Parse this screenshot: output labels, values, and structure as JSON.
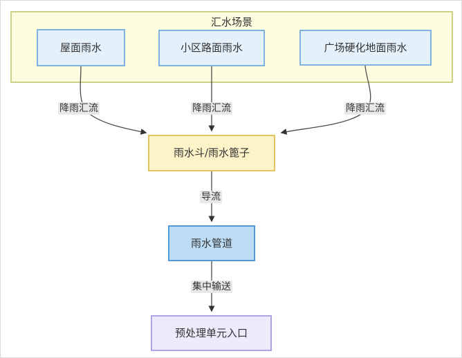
{
  "diagram": {
    "subgraph": {
      "title": "汇水场景"
    },
    "nodes": {
      "roof": {
        "label": "屋面雨水"
      },
      "road": {
        "label": "小区路面雨水"
      },
      "plaza": {
        "label": "广场硬化地面雨水"
      },
      "hopper": {
        "label": "雨水斗/雨水篦子"
      },
      "pipe": {
        "label": "雨水管道"
      },
      "pretreat": {
        "label": "预处理单元入口"
      }
    },
    "edges": {
      "roof_to_hopper": {
        "label": "降雨汇流"
      },
      "road_to_hopper": {
        "label": "降雨汇流"
      },
      "plaza_to_hopper": {
        "label": "降雨汇流"
      },
      "hopper_to_pipe": {
        "label": "导流"
      },
      "pipe_to_pretreat": {
        "label": "集中输送"
      }
    },
    "colors": {
      "background": "#ffffff",
      "subgraph_fill": "#fdfde0",
      "subgraph_border": "#cfcf85",
      "source_node_fill": "#e4f1fb",
      "source_node_border": "#7fb3dc",
      "hopper_fill": "#fdf3c8",
      "hopper_border": "#dfc45f",
      "pipe_fill": "#bcdcf5",
      "pipe_border": "#5598d7",
      "pretreat_fill": "#edeafb",
      "pretreat_border": "#b0a4e6",
      "edge_line": "#4c4c4c",
      "edge_label_bg": "#e8e8e8",
      "text": "#333333"
    }
  }
}
